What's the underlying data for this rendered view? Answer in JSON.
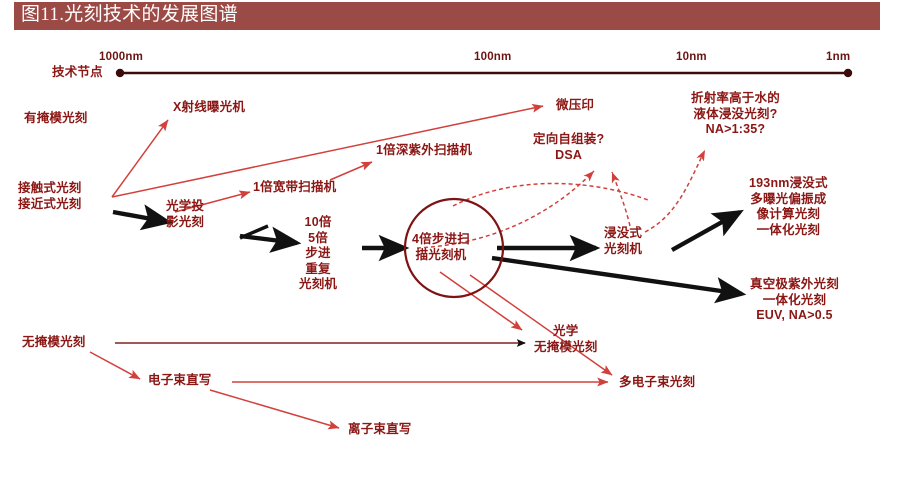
{
  "title": {
    "text": "图11.光刻技术的发展图谱",
    "bar_color": "#9c4a45",
    "text_color": "#ffffff"
  },
  "colors": {
    "text_red": "#8b1715",
    "line_red": "#d2403c",
    "line_black": "#000000",
    "axis": "#6b1412"
  },
  "axis": {
    "name_label": "技术节点",
    "ticks": [
      {
        "label": "1000nm"
      },
      {
        "label": "100nm"
      },
      {
        "label": "10nm"
      },
      {
        "label": "1nm"
      }
    ]
  },
  "nodes": {
    "masked": "有掩模光刻",
    "contact_proximity": "接触式光刻\n接近式光刻",
    "xray": "X射线曝光机",
    "nanoimprint": "微压印",
    "optical_projection": "光学投\n影光刻",
    "broadband_1x": "1倍宽带扫描机",
    "duv_1x": "1倍深紫外扫描机",
    "stepper": "10倍\n5倍\n步进\n重复\n光刻机",
    "scanner_4x": "4倍步进扫\n描光刻机",
    "dsa": "定向自组装?\nDSA",
    "immersion_tool": "浸没式\n光刻机",
    "high_index": "折射率高于水的\n液体浸没光刻?\nNA>1:35?",
    "immersion_193": "193nm浸没式\n多曝光偏振成\n像计算光刻\n一体化光刻",
    "euv": "真空极紫外光刻\n一体化光刻\nEUV, NA>0.5",
    "maskless": "无掩模光刻",
    "optical_maskless": "光学\n无掩模光刻",
    "ebeam_direct": "电子束直写",
    "multi_ebeam": "多电子束光刻",
    "ion_beam": "离子束直写"
  }
}
